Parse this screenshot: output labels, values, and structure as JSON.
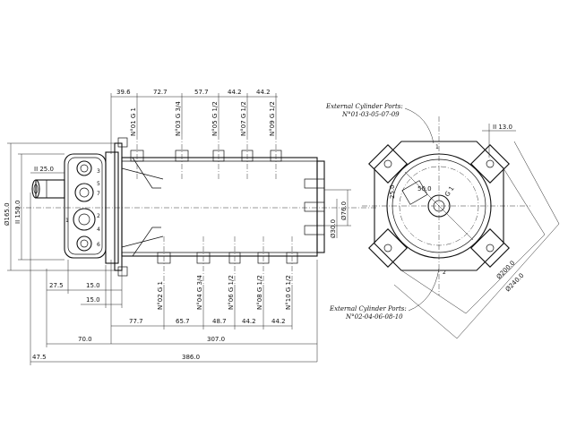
{
  "drawing": {
    "top_dims": [
      "39.6",
      "72.7",
      "57.7",
      "44.2",
      "44.2"
    ],
    "top_ports": [
      "N°01 G 1",
      "N°03 G 3/4",
      "N°05 G 1/2",
      "N°07 G 1/2",
      "N°09 G 1/2"
    ],
    "bottom_ports": [
      "N°02 G 1",
      "N°04 G 3/4",
      "N°06 G 1/2",
      "N°08 G 1/2",
      "N°10 G 1/2"
    ],
    "bottom_dims": [
      "77.7",
      "65.7",
      "48.7",
      "44.2",
      "44.2"
    ],
    "overall_dims": {
      "d307": "307.0",
      "d70": "70.0",
      "d386": "386.0",
      "d47": "47.5",
      "d27": "27.5",
      "d15a": "15.0",
      "d15b": "15.0",
      "d25": "II 25.0",
      "d165": "Ø165.0",
      "d150": "II 150.0",
      "d76": "Ø76.0",
      "d30": "Ø30.0"
    },
    "end_view": {
      "note_top_title": "External Cylinder Ports:",
      "note_top_ports": "N°01-03-05-07-09",
      "note_bottom_title": "External Cylinder Ports:",
      "note_bottom_ports": "N°02-04-06-08-10",
      "d13": "II 13.0",
      "d25v": "25.0",
      "d50": "50.0",
      "g1": "G 1",
      "d200": "Ø200.0",
      "d240": "Ø240.0",
      "port_1": "1",
      "port_2": "2"
    },
    "manifold_ports": [
      "3",
      "5",
      "7",
      "1",
      "2",
      "4",
      "6"
    ]
  }
}
